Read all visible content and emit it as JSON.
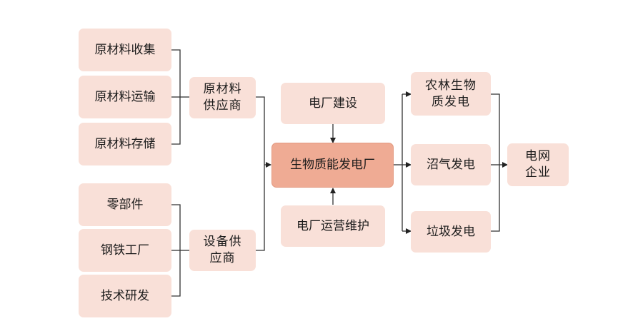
{
  "diagram": {
    "raw_material_steps": [
      {
        "label": "原材料收集"
      },
      {
        "label": "原材料运输"
      },
      {
        "label": "原材料存储"
      }
    ],
    "raw_material_supplier": {
      "label": "原材料\n供应商"
    },
    "equipment_inputs": [
      {
        "label": "零部件"
      },
      {
        "label": "钢铁工厂"
      },
      {
        "label": "技术研发"
      }
    ],
    "equipment_supplier": {
      "label": "设备供\n应商"
    },
    "plant_construction": {
      "label": "电厂建设"
    },
    "plant_operation": {
      "label": "电厂运营维护"
    },
    "biomass_plant": {
      "label": "生物质能发电厂"
    },
    "generation_types": [
      {
        "label": "农林生物\n质发电"
      },
      {
        "label": "沼气发电"
      },
      {
        "label": "垃圾发电"
      }
    ],
    "grid_company": {
      "label": "电网\n企业"
    }
  }
}
